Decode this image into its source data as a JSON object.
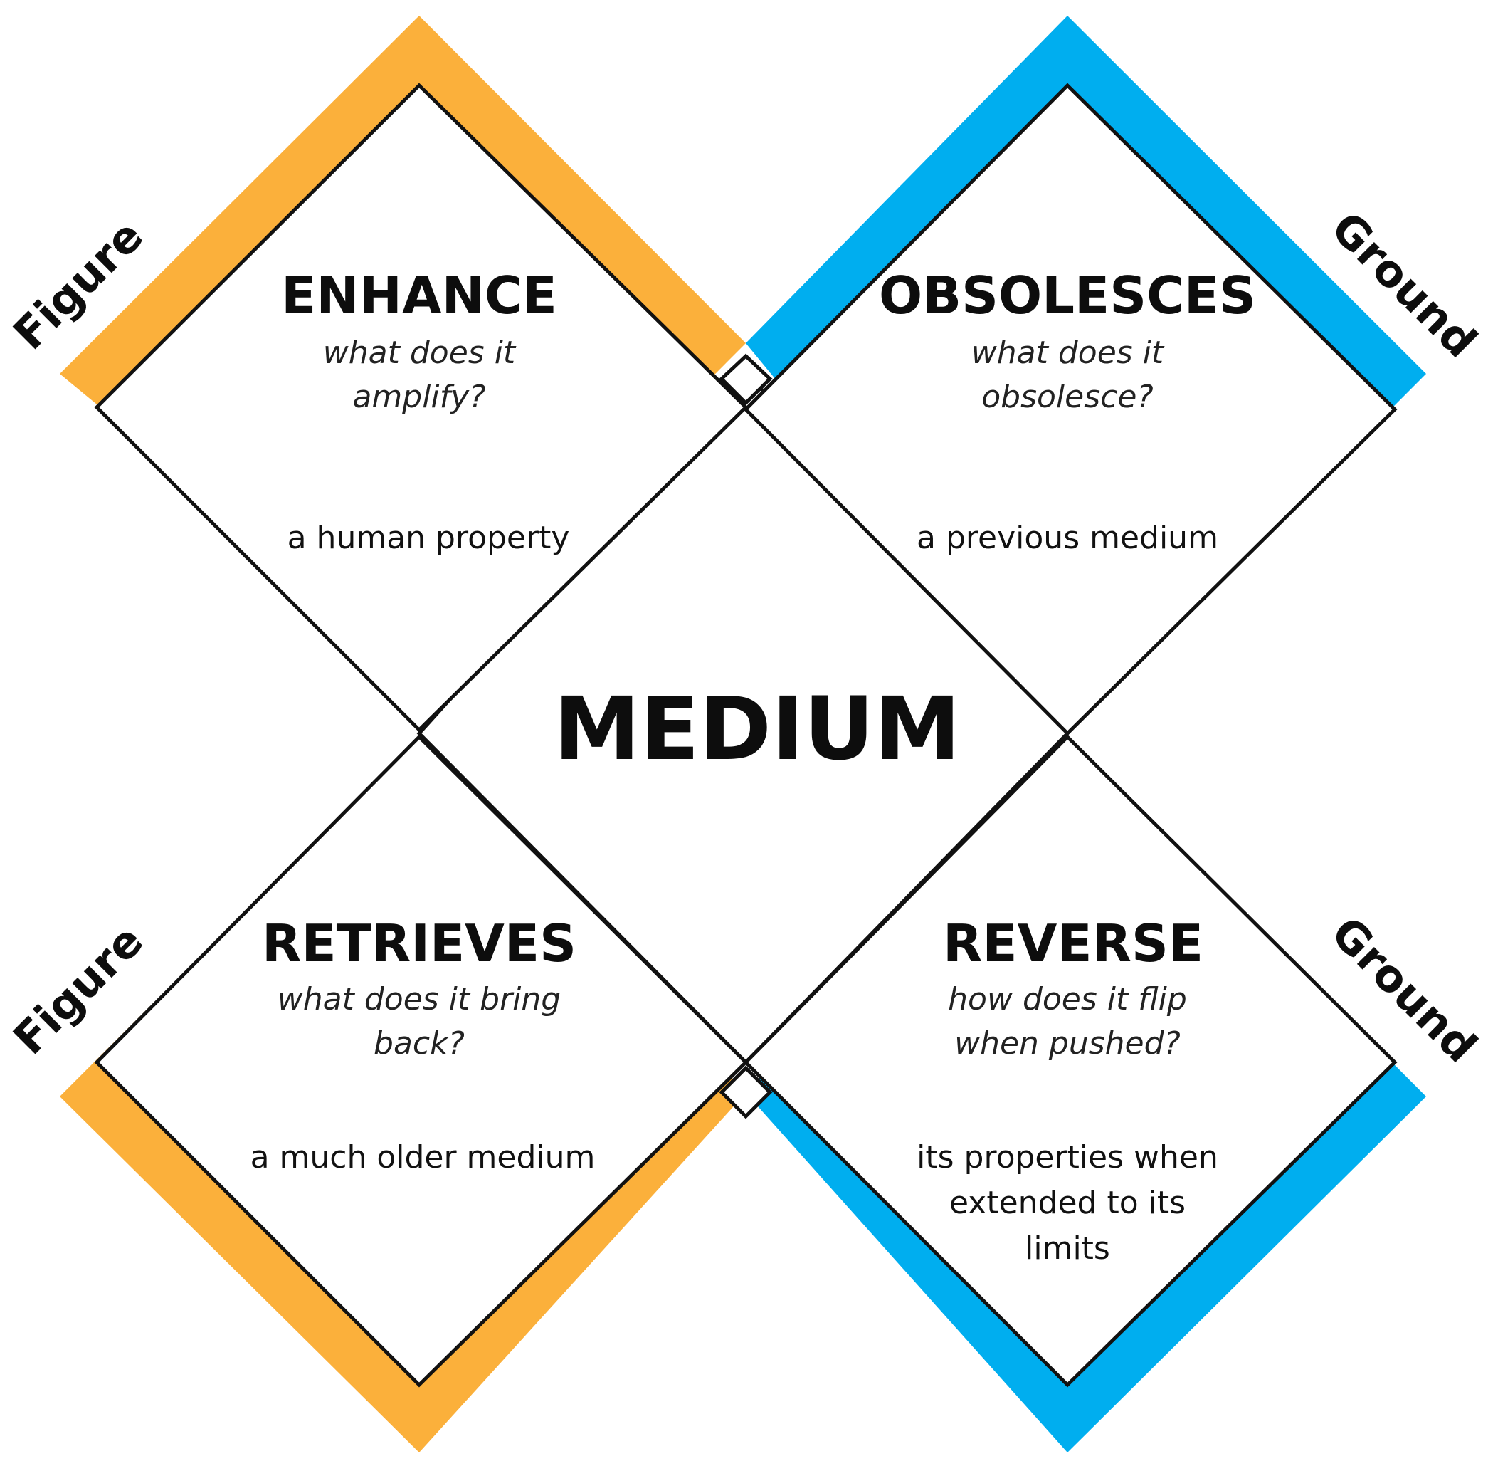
{
  "colors": {
    "figure": "#FBB03B",
    "ground": "#00AEEF",
    "outline": "#111111"
  },
  "center": {
    "title": "MEDIUM"
  },
  "side_labels": {
    "figure_top": "Figure",
    "figure_bottom": "Figure",
    "ground_top": "Ground",
    "ground_bottom": "Ground"
  },
  "quadrants": {
    "enhance": {
      "title": "ENHANCE",
      "question_line1": "what does it",
      "question_line2": "amplify?",
      "desc_line1": "a human property"
    },
    "obsolesces": {
      "title": "OBSOLESCES",
      "question_line1": "what does it",
      "question_line2": "obsolesce?",
      "desc_line1": "a previous medium"
    },
    "retrieves": {
      "title": "RETRIEVES",
      "question_line1": "what does it bring",
      "question_line2": "back?",
      "desc_line1": "a much older medium"
    },
    "reverse": {
      "title": "REVERSE",
      "question_line1": "how does it flip",
      "question_line2": "when pushed?",
      "desc_line1": "its properties when",
      "desc_line2": "extended to its",
      "desc_line3": "limits"
    }
  }
}
